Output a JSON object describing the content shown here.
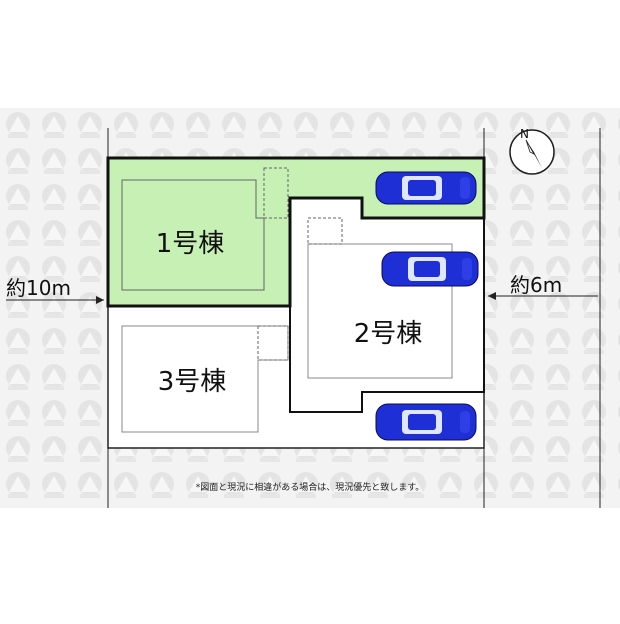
{
  "site_plan": {
    "buildings": [
      {
        "id": "1",
        "label": "1号棟"
      },
      {
        "id": "2",
        "label": "2号棟"
      },
      {
        "id": "3",
        "label": "3号棟"
      }
    ],
    "road_west_label": "約10m",
    "road_east_label": "約6m",
    "north_label": "N",
    "footnote": "*図面と現況に相違がある場合は、現況優先と致します。",
    "colors": {
      "lot1_fill": "#c6f0b4",
      "car_body": "#1f2fd6",
      "watermark_bg": "#ececec",
      "outline": "#111111"
    },
    "icons": [
      "car-icon",
      "compass-north-icon"
    ]
  }
}
